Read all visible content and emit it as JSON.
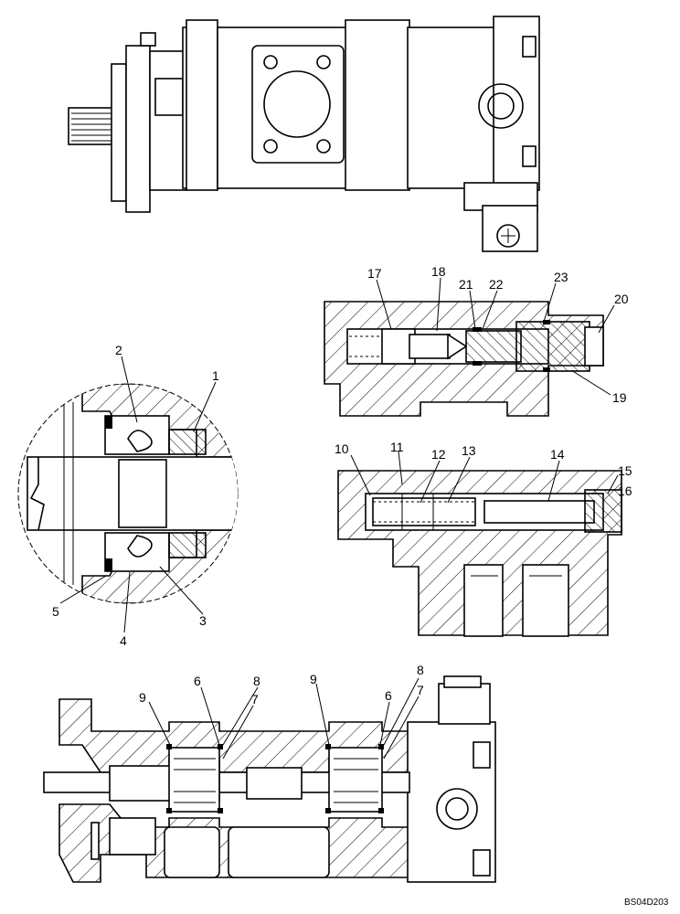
{
  "callouts": {
    "c1": "1",
    "c2": "2",
    "c3": "3",
    "c4": "4",
    "c5": "5",
    "c6a": "6",
    "c6b": "6",
    "c7a": "7",
    "c7b": "7",
    "c8a": "8",
    "c8b": "8",
    "c9a": "9",
    "c9b": "9",
    "c10": "10",
    "c11": "11",
    "c12": "12",
    "c13": "13",
    "c14": "14",
    "c15": "15",
    "c16": "16",
    "c17": "17",
    "c18": "18",
    "c19": "19",
    "c20": "20",
    "c21": "21",
    "c22": "22",
    "c23": "23"
  },
  "figure_code": "BS04D203"
}
